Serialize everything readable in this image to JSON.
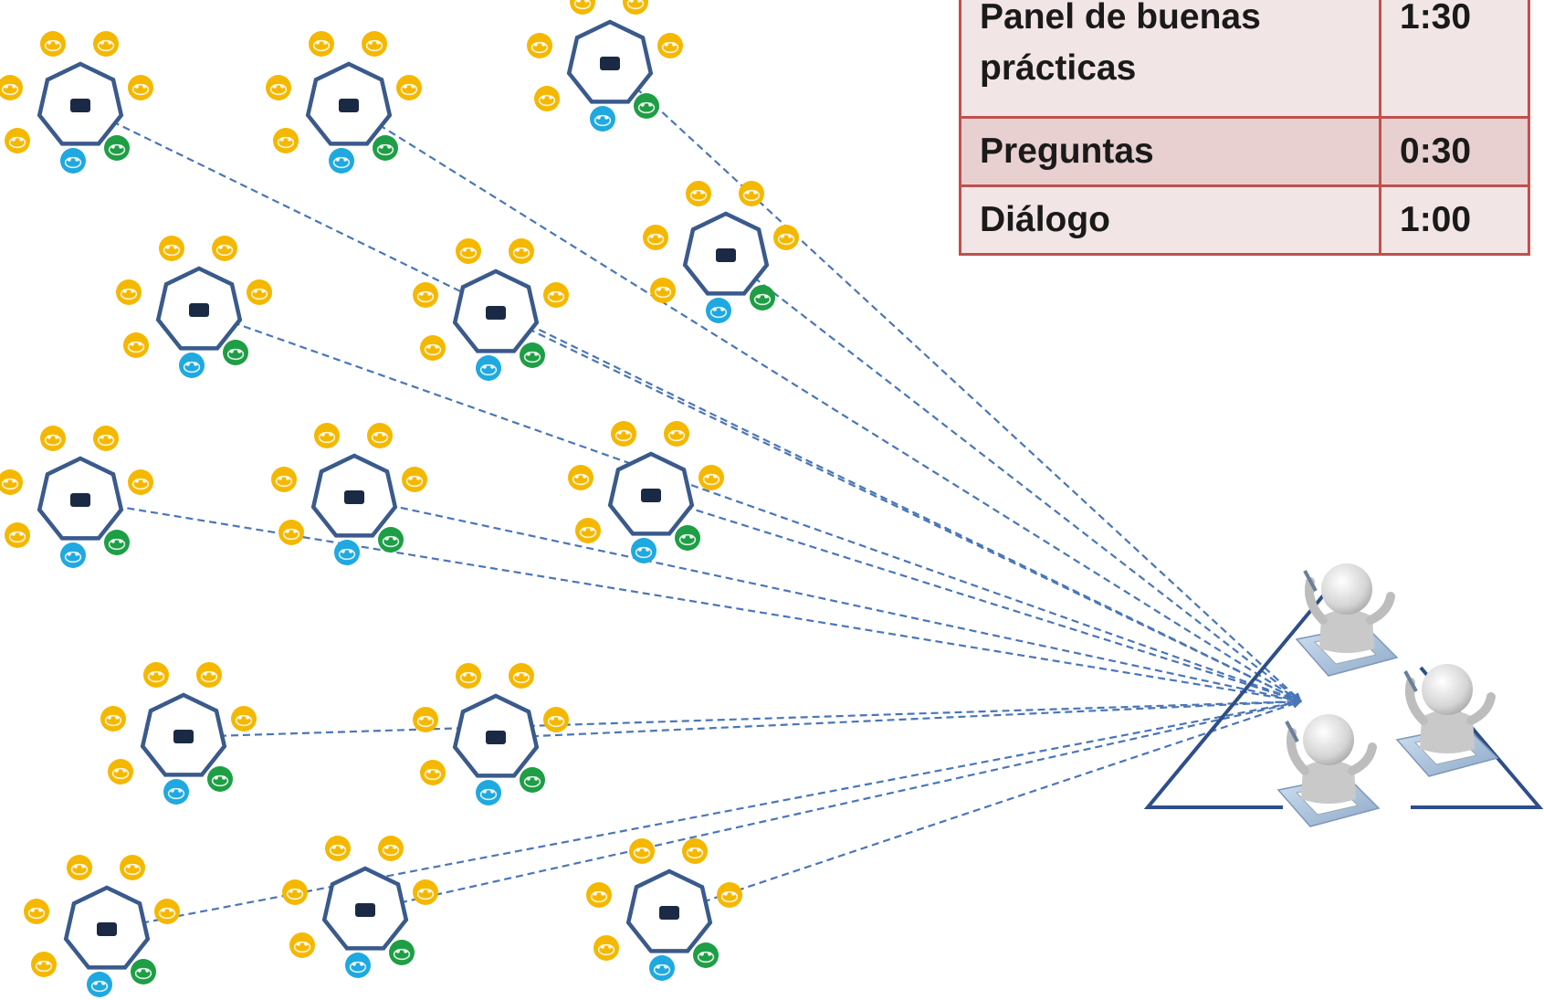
{
  "schedule": {
    "rows": [
      {
        "activity": "Panel de buenas prácticas",
        "time": "1:30"
      },
      {
        "activity": "Preguntas",
        "time": "0:30"
      },
      {
        "activity": "Diálogo",
        "time": "1:00"
      }
    ]
  },
  "colors": {
    "table_border": "#c0504d",
    "row_light": "#f2e5e5",
    "row_dark": "#e8d0d0",
    "arrow": "#4a76b8",
    "heptagon": "#3a5a8c",
    "participant": "#f5b800",
    "blue_seat": "#1fa9e0",
    "green_seat": "#1e9e45",
    "screen": "#1b2a44",
    "panel_triangle": "#2d4e8a"
  },
  "icons": {
    "group": "round-table-group-icon",
    "participant": "participant-face-icon",
    "panel": "panelist-figures-icon"
  }
}
